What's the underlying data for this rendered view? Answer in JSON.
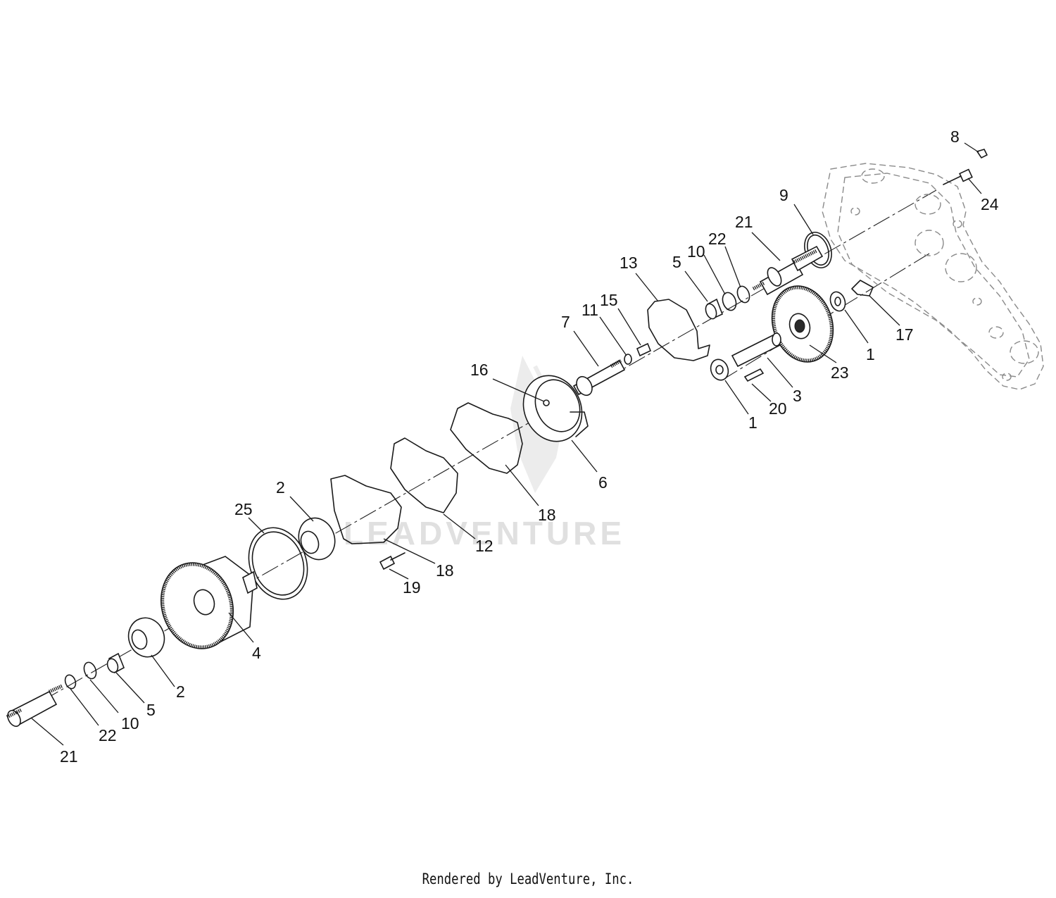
{
  "diagram": {
    "watermark": "LEADVENTURE",
    "footer": "Rendered by LeadVenture, Inc.",
    "callouts": [
      "8",
      "24",
      "9",
      "21",
      "22",
      "10",
      "5",
      "13",
      "15",
      "11",
      "7",
      "17",
      "1",
      "23",
      "3",
      "20",
      "1",
      "16",
      "6",
      "18",
      "12",
      "2",
      "25",
      "18",
      "19",
      "4",
      "2",
      "5",
      "10",
      "22",
      "21"
    ]
  }
}
